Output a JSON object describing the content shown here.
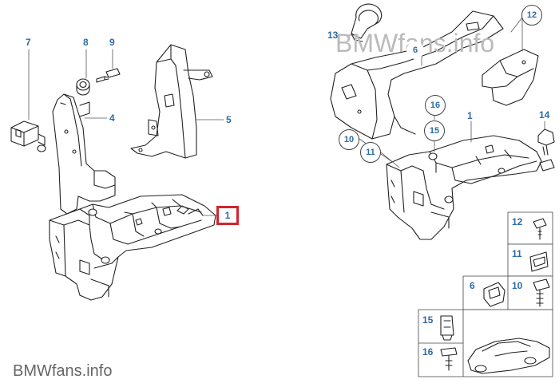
{
  "watermark_top": "BMWfans.info",
  "watermark_bottom": "BMWfans.info",
  "left": {
    "labels": {
      "p7": "7",
      "p8": "8",
      "p9": "9",
      "p4": "4",
      "p5": "5",
      "p1": "1"
    }
  },
  "right": {
    "labels": {
      "p13": "13",
      "p6": "6",
      "p12": "12",
      "p16": "16",
      "p15": "15",
      "p1": "1",
      "p14": "14",
      "p10": "10",
      "p11": "11"
    }
  },
  "thumbs": {
    "t12": "12",
    "t11": "11",
    "t6": "6",
    "t10": "10",
    "t15": "15",
    "t16": "16"
  },
  "colors": {
    "label": "#2e6ca4",
    "highlight": "#d0262e",
    "line": "#222222"
  }
}
